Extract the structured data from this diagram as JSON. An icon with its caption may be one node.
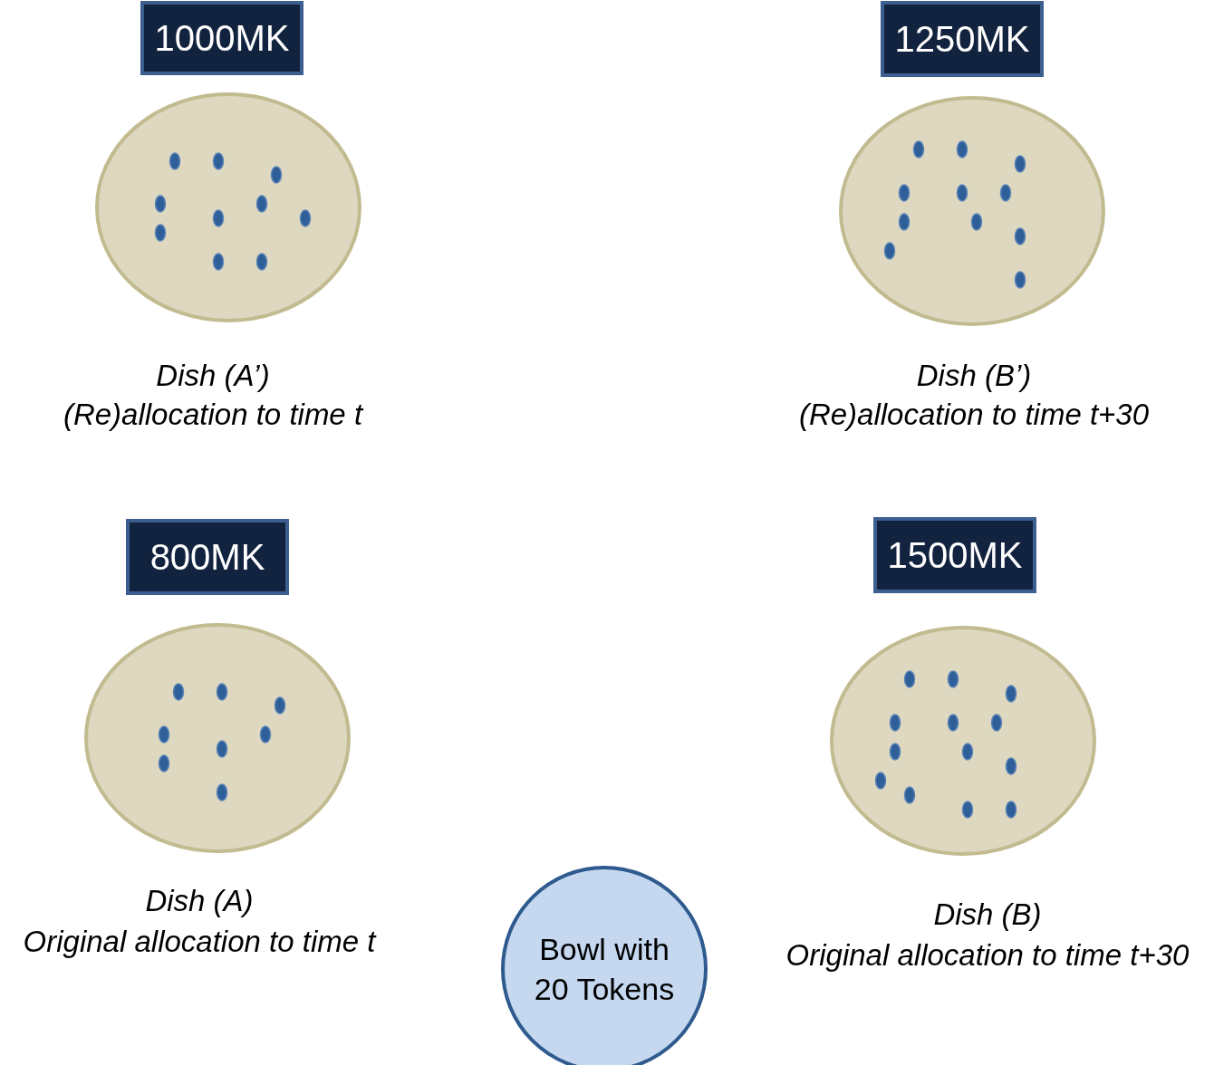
{
  "diagram": {
    "nodes": [
      {
        "text": [
          "1000MK"
        ]
      },
      {
        "text": [
          "1250MK"
        ]
      },
      {
        "text": [
          "Dish (A’)",
          "(Re)allocation to time t"
        ]
      },
      {
        "text": [
          "Dish (B’)",
          "(Re)allocation to time t+30"
        ]
      },
      {
        "text": [
          "800MK"
        ]
      },
      {
        "text": [
          "1500MK"
        ]
      },
      {
        "text": [
          "Dish (A)",
          "Original allocation to time t"
        ]
      },
      {
        "text": [
          "Dish (B)",
          "Original allocation to time t+30"
        ]
      },
      {
        "text": [
          "Bowl with 20 Tokens"
        ]
      }
    ]
  }
}
